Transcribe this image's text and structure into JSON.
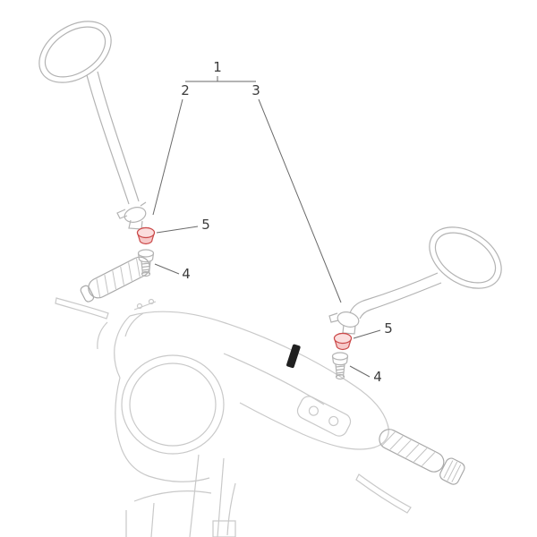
{
  "diagram": {
    "description": "Rear-view mirror parts diagram on scooter handlebar",
    "callouts": {
      "one": "1",
      "two": "2",
      "three": "3",
      "four_left": "4",
      "four_right": "4",
      "five_left": "5",
      "five_right": "5"
    },
    "colors": {
      "line_art_gray": "#c9c9c9",
      "part_gray": "#b3b3b3",
      "callout_line": "#6a6a6a",
      "label_text": "#3c3c3c",
      "accent_red": "#d9534f",
      "nut_fill": "#f6c9c9",
      "nut_fill_light": "#fbdede",
      "switch_black": "#202020"
    }
  }
}
